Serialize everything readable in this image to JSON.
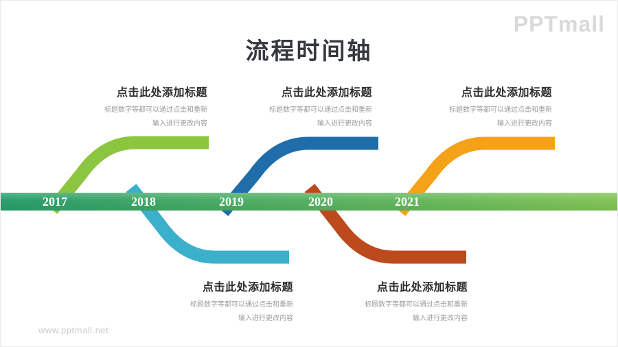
{
  "page": {
    "title": "流程时间轴",
    "logo": "PPTmall",
    "watermark": "www.pptmall.net"
  },
  "timeline": {
    "years": [
      "2017",
      "2018",
      "2019",
      "2020",
      "2021"
    ],
    "bar_gradient": {
      "left": "#2a9e6c",
      "right": "#82c455"
    },
    "year_text_color": "#ffffff"
  },
  "branches": [
    {
      "year": "2017",
      "direction": "up",
      "color": "#8cc540",
      "title": "点击此处添加标题",
      "body_line1": "标题数字等都可以通过点击和重新",
      "body_line2": "输入进行更改内容"
    },
    {
      "year": "2018",
      "direction": "down",
      "color": "#3bb0cb",
      "title": "点击此处添加标题",
      "body_line1": "标题数字等都可以通过点击和重新",
      "body_line2": "输入进行更改内容"
    },
    {
      "year": "2019",
      "direction": "up",
      "color": "#1f6da9",
      "title": "点击此处添加标题",
      "body_line1": "标题数字等都可以通过点击和重新",
      "body_line2": "输入进行更改内容"
    },
    {
      "year": "2020",
      "direction": "down",
      "color": "#bc4a1c",
      "title": "点击此处添加标题",
      "body_line1": "标题数字等都可以通过点击和重新",
      "body_line2": "输入进行更改内容"
    },
    {
      "year": "2021",
      "direction": "up",
      "color": "#f6a219",
      "title": "点击此处添加标题",
      "body_line1": "标题数字等都可以通过点击和重新",
      "body_line2": "输入进行更改内容"
    }
  ]
}
